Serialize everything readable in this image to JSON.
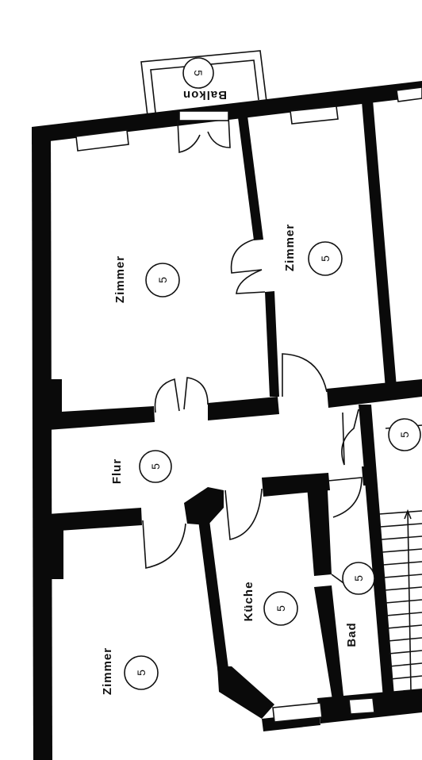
{
  "rooms": {
    "zimmer_top_left": "Zimmer",
    "zimmer_top_middle": "Zimmer",
    "flur": "Flur",
    "kueche": "Küche",
    "bad": "Bad",
    "zimmer_bottom_left": "Zimmer",
    "balkon": "Balkon"
  },
  "markers": {
    "balkon": "5",
    "zimmer_top_left": "5",
    "zimmer_top_middle": "5",
    "flur": "5",
    "stair": "5",
    "kueche": "5",
    "bad": "5",
    "zimmer_bottom_left": "5"
  }
}
